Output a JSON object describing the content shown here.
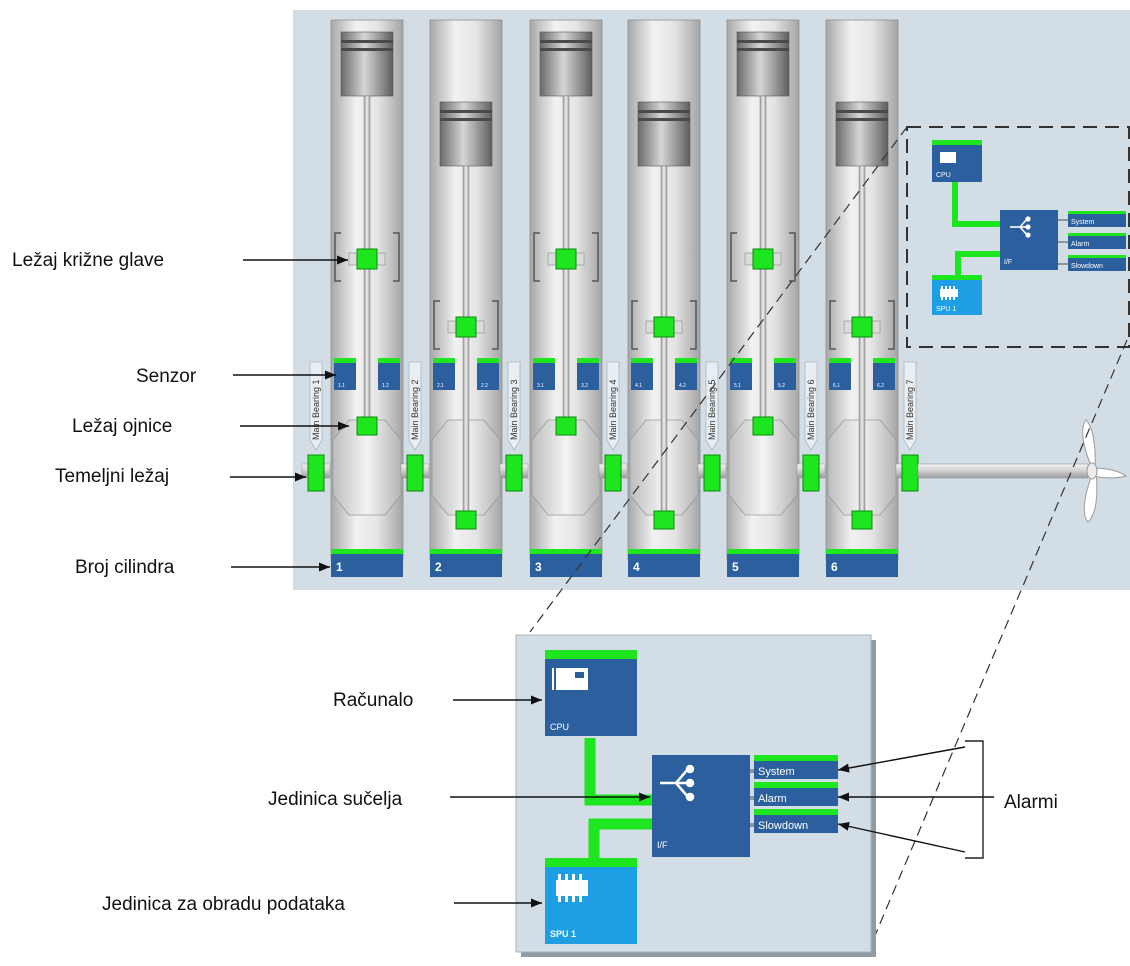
{
  "annotations": {
    "crosshead_bearing": "Ležaj križne glave",
    "sensor": "Senzor",
    "crankpin_bearing": "Ležaj ojnice",
    "main_bearing": "Temeljni ležaj",
    "cylinder_number": "Broj cilindra",
    "computer": "Računalo",
    "interface_unit": "Jedinica sučelja",
    "processing_unit": "Jedinica za obradu podataka",
    "alarms": "Alarmi"
  },
  "cylinders": [
    {
      "number": "1",
      "sensors": [
        "1.1",
        "1.2"
      ]
    },
    {
      "number": "2",
      "sensors": [
        "2.1",
        "2.2"
      ]
    },
    {
      "number": "3",
      "sensors": [
        "3.1",
        "3.2"
      ]
    },
    {
      "number": "4",
      "sensors": [
        "4.1",
        "4.2"
      ]
    },
    {
      "number": "5",
      "sensors": [
        "5.1",
        "5.2"
      ]
    },
    {
      "number": "6",
      "sensors": [
        "6.1",
        "6.2"
      ]
    }
  ],
  "main_bearings": [
    "Main Bearing 1",
    "Main Bearing 2",
    "Main Bearing 3",
    "Main Bearing 4",
    "Main Bearing 5",
    "Main Bearing 6",
    "Main Bearing 7"
  ],
  "control": {
    "cpu_label": "CPU",
    "interface_label": "I/F",
    "spu_label": "SPU 1",
    "outputs": [
      "System",
      "Alarm",
      "Slowdown"
    ]
  },
  "colors": {
    "panel": "#d3dde5",
    "green": "#1ee61e",
    "dark_blue": "#2c5f9e",
    "light_blue": "#1e9ee3"
  }
}
